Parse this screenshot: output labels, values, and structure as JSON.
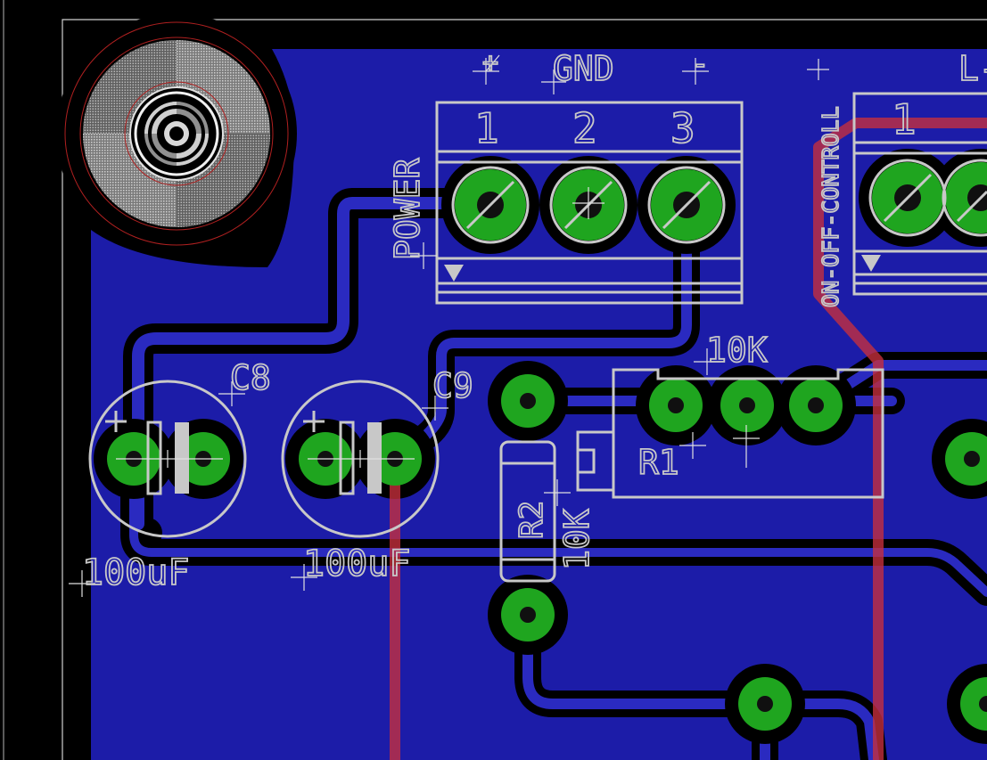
{
  "app": {
    "view": "PCB board layout editor",
    "background_color": "#000000",
    "copper_pour_color": "#1c1ca8",
    "pad_color": "#1fa51f",
    "silkscreen_color": "#c8c8c8",
    "top_trace_color": "#c8303c"
  },
  "labels": {
    "plus_left": "+",
    "gnd": "GND",
    "minus_right": "-",
    "power": "POWER",
    "on_off": "ON-OFF-CONTROLL",
    "l_cut": "L-",
    "pin1": "1",
    "pin2": "2",
    "pin3": "3",
    "pin1_right": "1",
    "c8": "C8",
    "c9": "C9",
    "c8_value": "100uF",
    "c9_value": "100uF",
    "r1": "R1",
    "r1_value": "10K",
    "r2": "R2",
    "r2_value": "10K",
    "cap_plus_c8": "+",
    "cap_plus_c9": "+"
  },
  "icons": {
    "mounting_hole": "mounting-hole-icon",
    "polarity_marker": "triangle-down-icon"
  }
}
